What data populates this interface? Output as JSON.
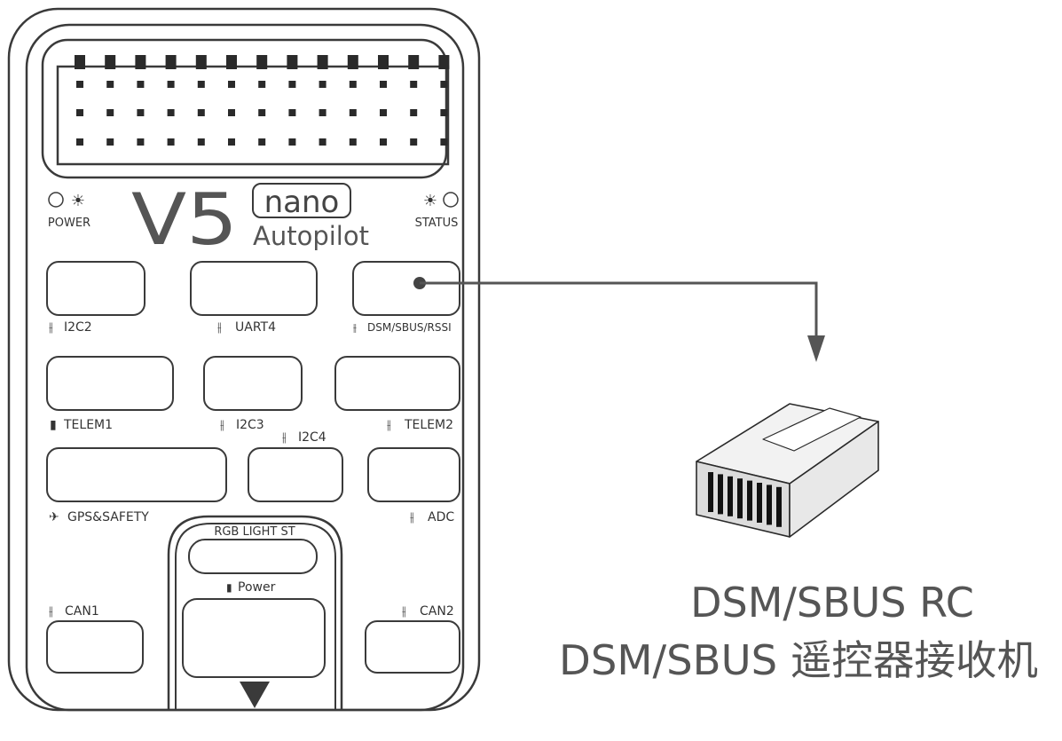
{
  "board": {
    "model": "V5",
    "badge": "nano",
    "subtitle": "Autopilot",
    "leds": {
      "power": "POWER",
      "status": "STATUS"
    },
    "ports": {
      "i2c2": "I2C2",
      "uart4": "UART4",
      "dsm": "DSM/SBUS/RSSI",
      "telem1": "TELEM1",
      "i2c3": "I2C3",
      "telem2": "TELEM2",
      "i2c4": "I2C4",
      "gps": "GPS&SAFETY",
      "adc": "ADC",
      "rgb": "RGB LIGHT ST",
      "power": "Power",
      "can1": "CAN1",
      "can2": "CAN2"
    }
  },
  "receiver": {
    "title_en": "DSM/SBUS RC",
    "title_cn": "DSM/SBUS 遥控器接收机"
  },
  "colors": {
    "stroke": "#3a3a3a",
    "text": "#333333",
    "title": "#555555"
  }
}
